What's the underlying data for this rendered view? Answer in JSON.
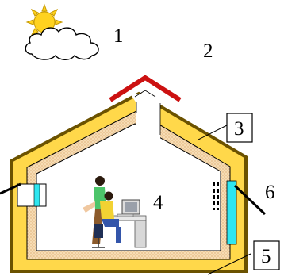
{
  "labels": {
    "l1": "1",
    "l2": "2",
    "l3": "3",
    "l4": "4",
    "l5": "5",
    "l6": "6"
  },
  "icons": [
    "sun-cloud-icon",
    "people-at-computer-icon",
    "radiator-icon"
  ],
  "colors": {
    "outer_wall": "#6b5200",
    "insulation": "#ffd84a",
    "inner_layer": "#f4d6a8",
    "roof_cap": "#cc1111",
    "window_glass": "#2ee6f0",
    "sun": "#ffd21f"
  }
}
